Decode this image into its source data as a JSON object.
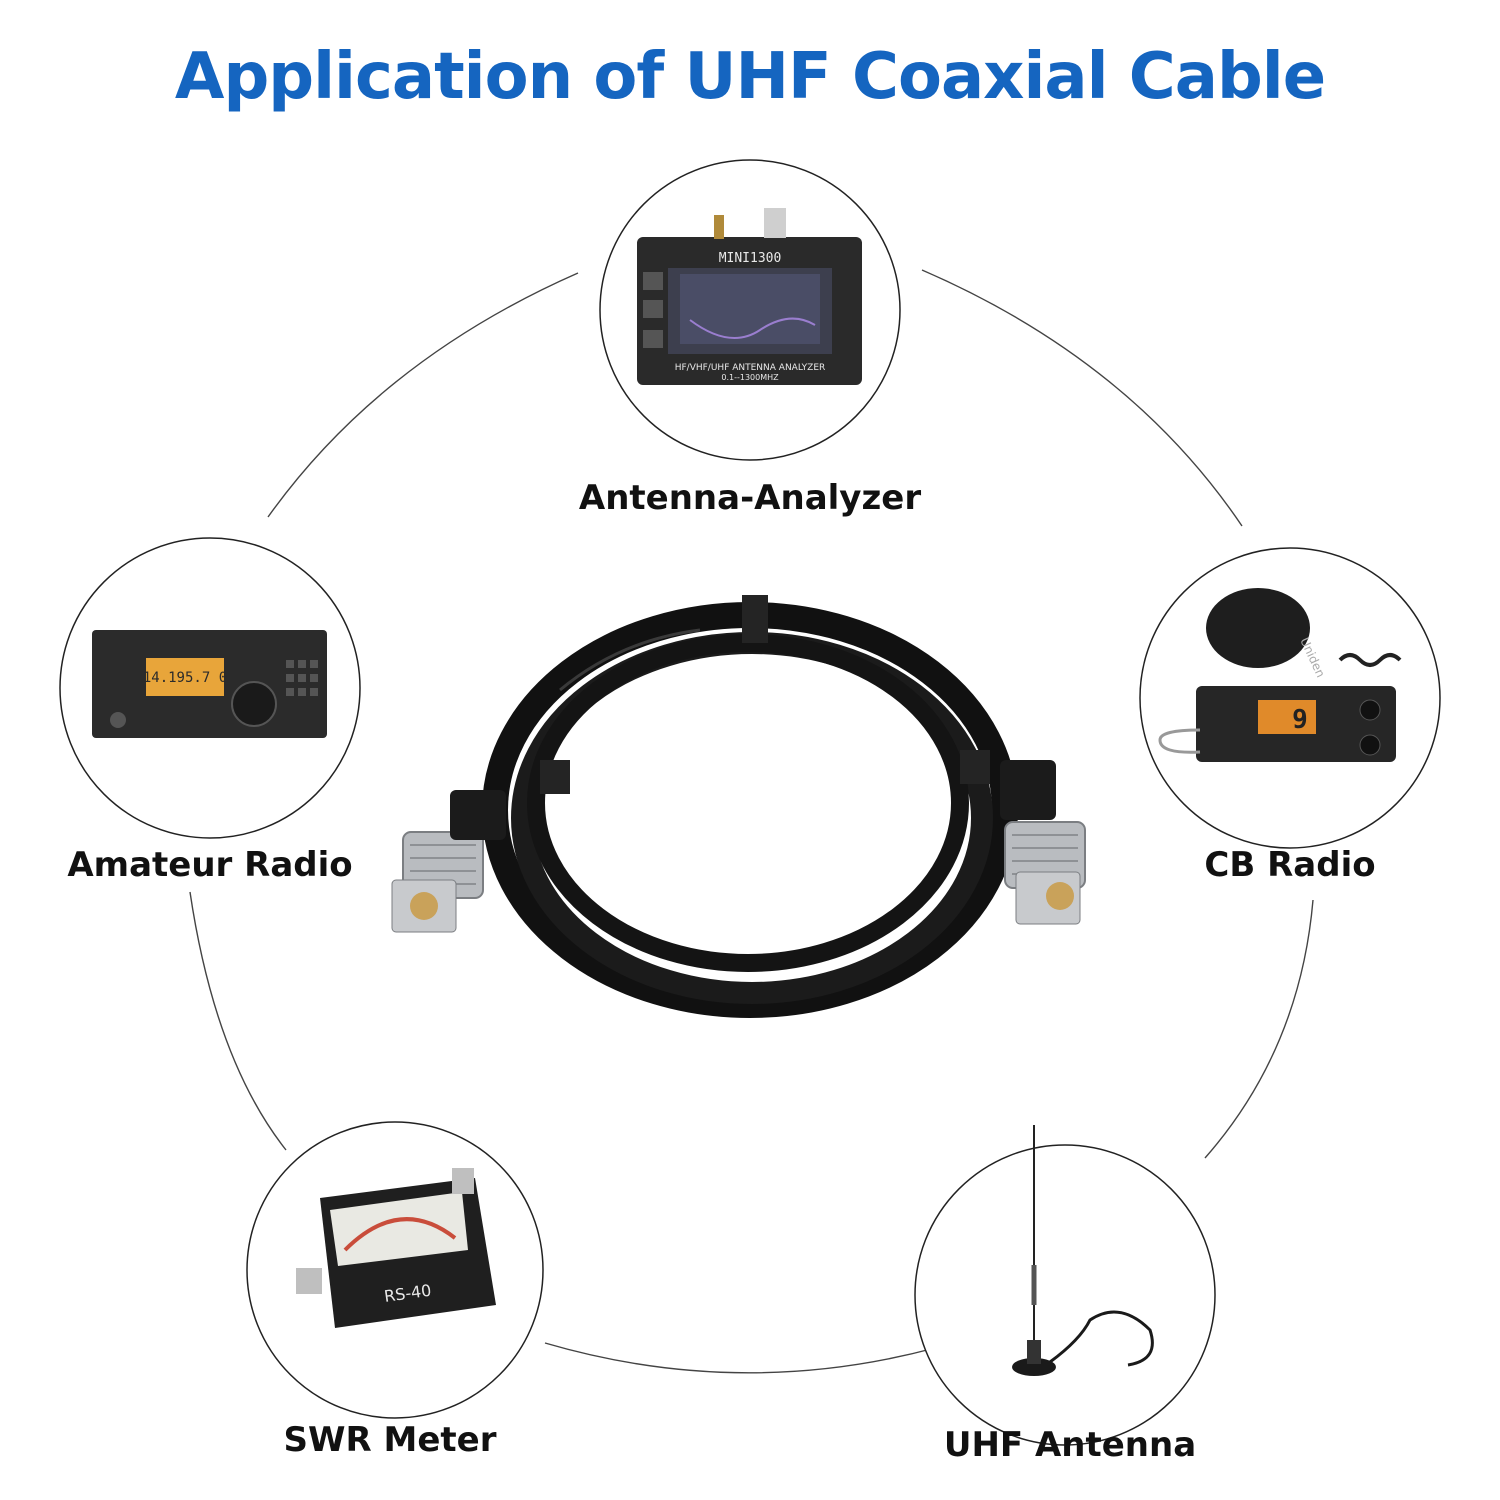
{
  "page": {
    "title": "Application of UHF Coaxial Cable"
  },
  "applications": [
    {
      "label": "Antenna-Analyzer",
      "device": {
        "brand": "MINI1300",
        "caption": "HF/VHF/UHF ANTENNA ANALYZER",
        "range": "0.1--1300MHZ"
      }
    },
    {
      "label": "Amateur Radio",
      "device": {
        "display": "14.195.7 0"
      }
    },
    {
      "label": "CB Radio",
      "device": {
        "brand": "Uniden",
        "channel": "9"
      }
    },
    {
      "label": "SWR Meter",
      "device": {
        "model": "RS-40"
      }
    },
    {
      "label": "UHF Antenna"
    }
  ],
  "colors": {
    "title": "#1565c0",
    "label": "#111111",
    "ring": "#444444",
    "cable": "#111111",
    "connector": "#b9bcc0"
  }
}
